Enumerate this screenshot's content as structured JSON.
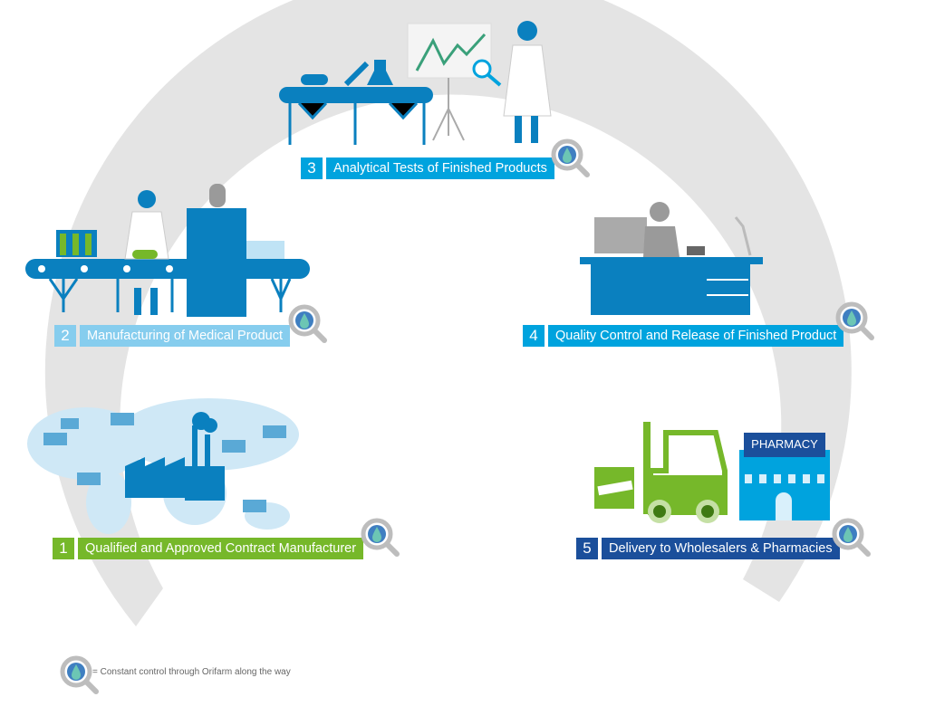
{
  "steps": [
    {
      "number": "1",
      "label": "Qualified and Approved Contract Manufacturer",
      "color": "#76b82a"
    },
    {
      "number": "2",
      "label": "Manufacturing of Medical Product",
      "color": "#86cdee"
    },
    {
      "number": "3",
      "label": "Analytical Tests of Finished Products",
      "color": "#00a3de"
    },
    {
      "number": "4",
      "label": "Quality Control and Release of Finished Product",
      "color": "#00a3de"
    },
    {
      "number": "5",
      "label": "Delivery to Wholesalers & Pharmacies",
      "color": "#1b4f9b"
    }
  ],
  "pharmacy_sign": "PHARMACY",
  "legend": {
    "text": "= Constant control through Orifarm along the way",
    "icon": "magnifier-drop-icon"
  },
  "colors": {
    "arc": "#e4e4e4",
    "blue": "#0a80bf",
    "light_blue": "#bfe3f5",
    "green": "#76b82a",
    "gray": "#9a9a9a"
  }
}
